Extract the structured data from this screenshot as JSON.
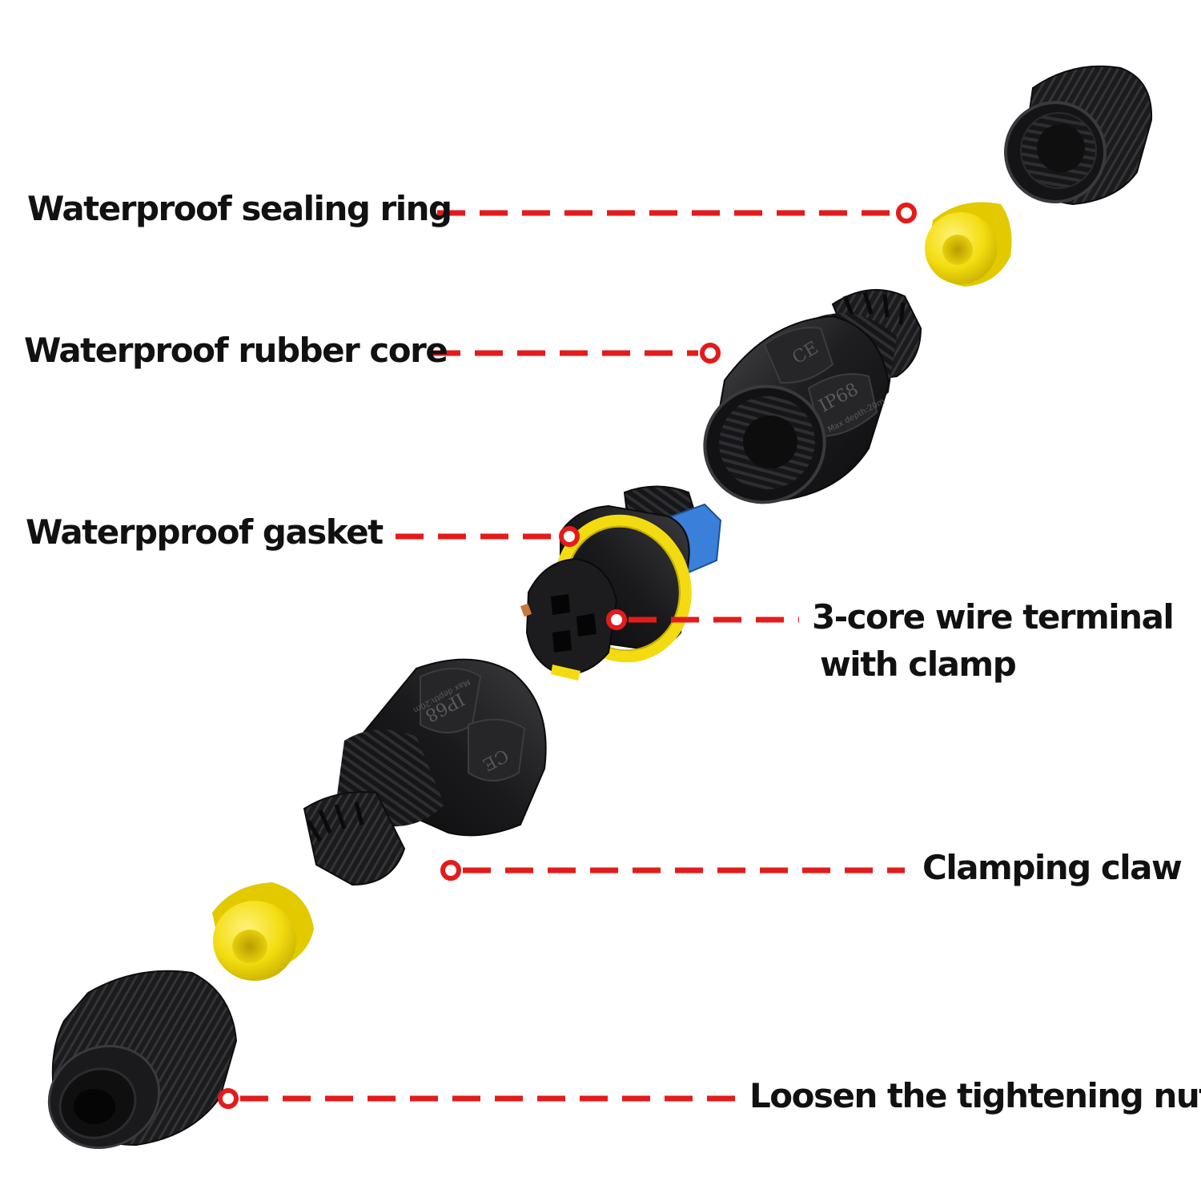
{
  "labels": {
    "sealing_ring": "Waterproof sealing ring",
    "rubber_core": "Waterproof rubber core",
    "gasket": "Waterpproof gasket",
    "terminal_line1": "3-core wire terminal",
    "terminal_line2": "with clamp",
    "clamping_claw": "Clamping claw",
    "tightening_nut": "Loosen the tightening nut"
  },
  "markings": {
    "rating": "IP68",
    "depth": "Max depth:20m",
    "cert": "CE"
  },
  "colors": {
    "leader": "#e31b1b",
    "seal_yellow": "#f5e21a",
    "body_black": "#1c1c1e",
    "clamp_blue": "#3a7fd9"
  },
  "icons": [
    "cap-nut",
    "seal-ring",
    "housing",
    "terminal-block",
    "gasket-ring",
    "tightening-nut"
  ]
}
